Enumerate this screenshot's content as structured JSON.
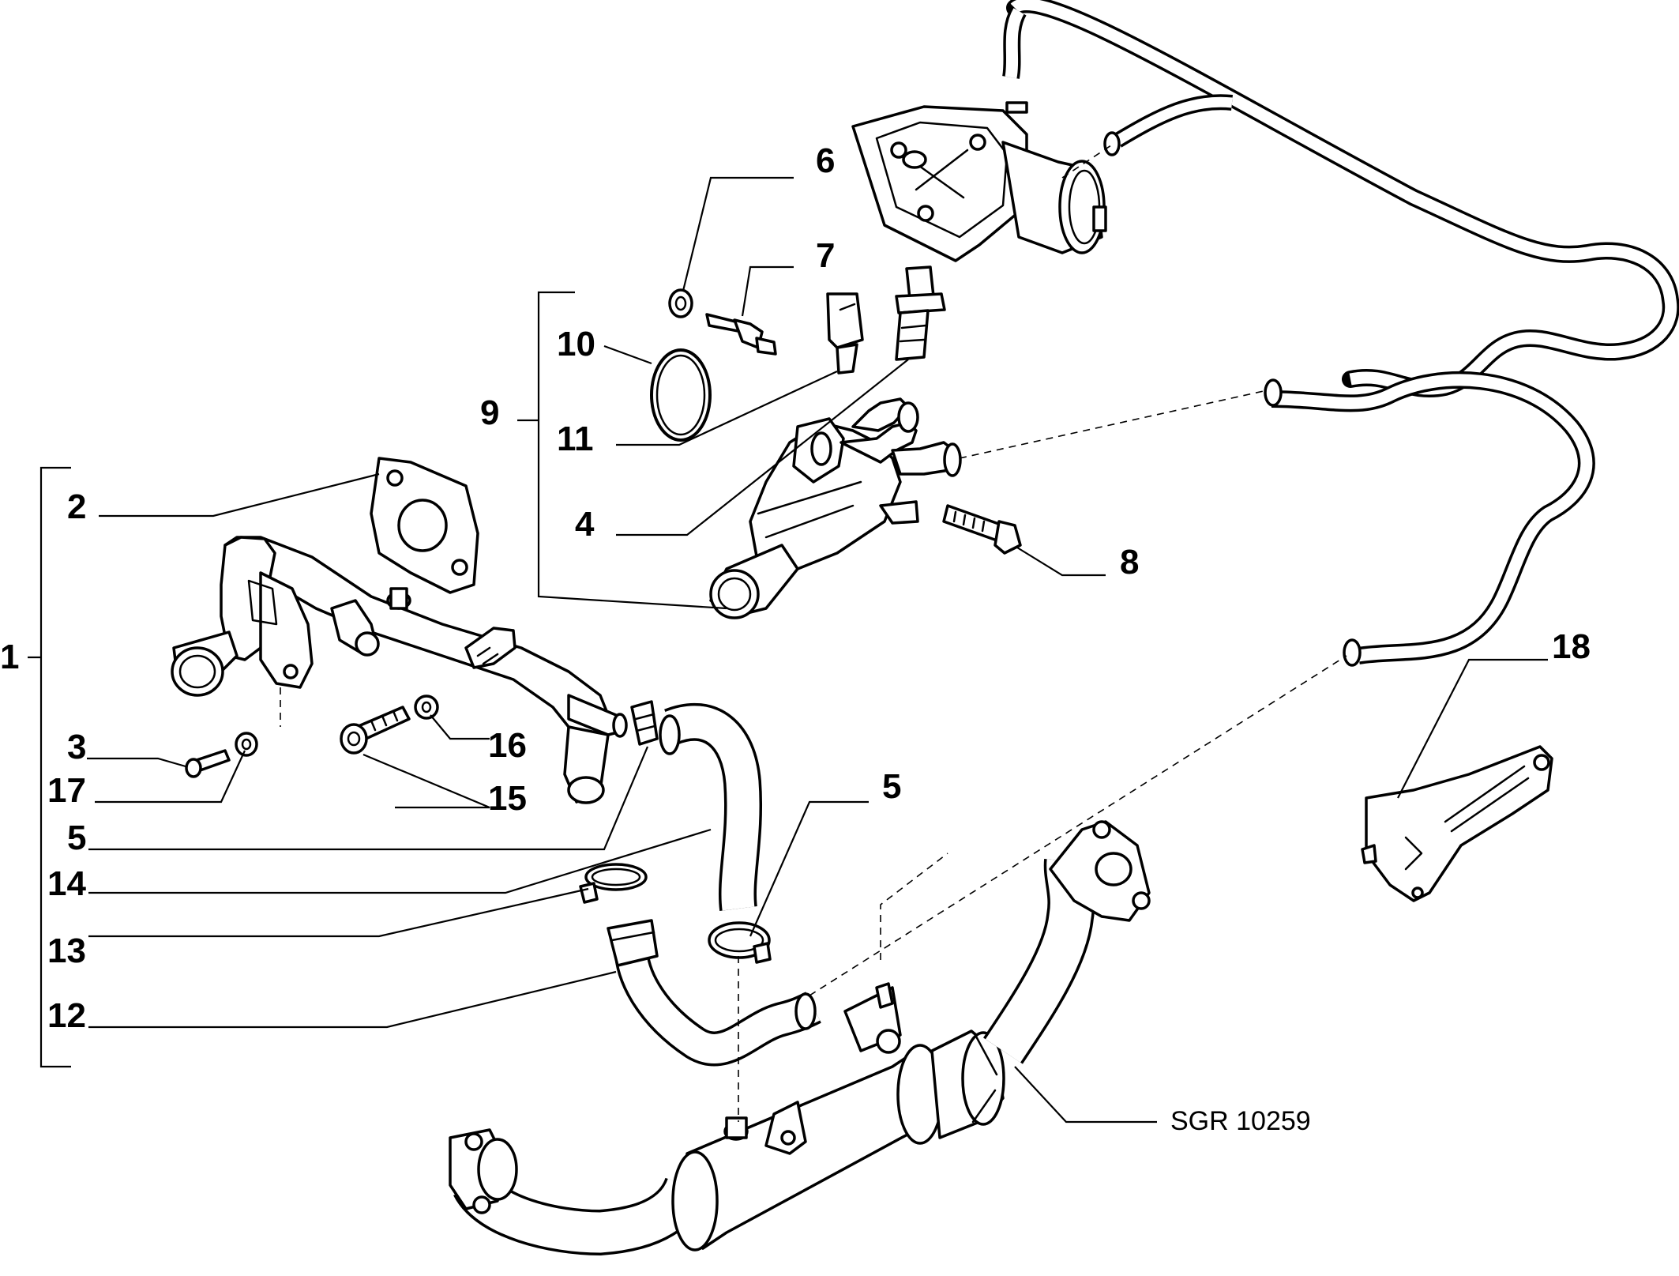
{
  "callouts": {
    "c1": "1",
    "c2": "2",
    "c3": "3",
    "c4": "4",
    "c5a": "5",
    "c5b": "5",
    "c6": "6",
    "c7": "7",
    "c8": "8",
    "c9": "9",
    "c10": "10",
    "c11": "11",
    "c12": "12",
    "c13": "13",
    "c14": "14",
    "c15": "15",
    "c16": "16",
    "c17": "17",
    "c18": "18"
  },
  "reference_code": "SGR 10259",
  "colors": {
    "line": "#000000",
    "background": "#ffffff"
  }
}
